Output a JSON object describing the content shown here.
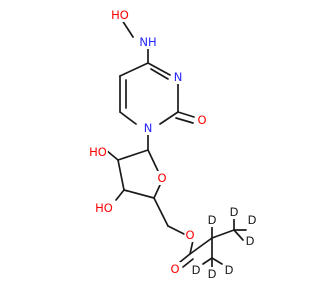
{
  "molecule": {
    "colors": {
      "carbon": "#1a1a1a",
      "oxygen": "#ff0000",
      "nitrogen": "#2424ff",
      "hydrogen": "#1a1a1a",
      "deuterium": "#1a1a1a"
    },
    "atoms": [
      {
        "id": "ho_o",
        "label": "HO",
        "element": "oxygen"
      },
      {
        "id": "nh_n",
        "label": "NH",
        "element": "nitrogen"
      },
      {
        "id": "n3",
        "label": "N",
        "element": "nitrogen"
      },
      {
        "id": "n1",
        "label": "N",
        "element": "nitrogen"
      },
      {
        "id": "o_carbonyl_ring",
        "label": "O",
        "element": "oxygen"
      },
      {
        "id": "o_ring",
        "label": "O",
        "element": "oxygen"
      },
      {
        "id": "ho_2",
        "label": "HO",
        "element": "oxygen"
      },
      {
        "id": "ho_3",
        "label": "HO",
        "element": "oxygen"
      },
      {
        "id": "o_ester",
        "label": "O",
        "element": "oxygen"
      },
      {
        "id": "o_carbonyl_ester",
        "label": "O",
        "element": "oxygen"
      },
      {
        "id": "d_center",
        "label": "D",
        "element": "deuterium"
      },
      {
        "id": "d_top1",
        "label": "D",
        "element": "deuterium"
      },
      {
        "id": "d_top2",
        "label": "D",
        "element": "deuterium"
      },
      {
        "id": "d_right",
        "label": "D",
        "element": "deuterium"
      },
      {
        "id": "d_bot1",
        "label": "D",
        "element": "deuterium"
      },
      {
        "id": "d_bot2",
        "label": "D",
        "element": "deuterium"
      },
      {
        "id": "d_bot3",
        "label": "D",
        "element": "deuterium"
      }
    ]
  }
}
